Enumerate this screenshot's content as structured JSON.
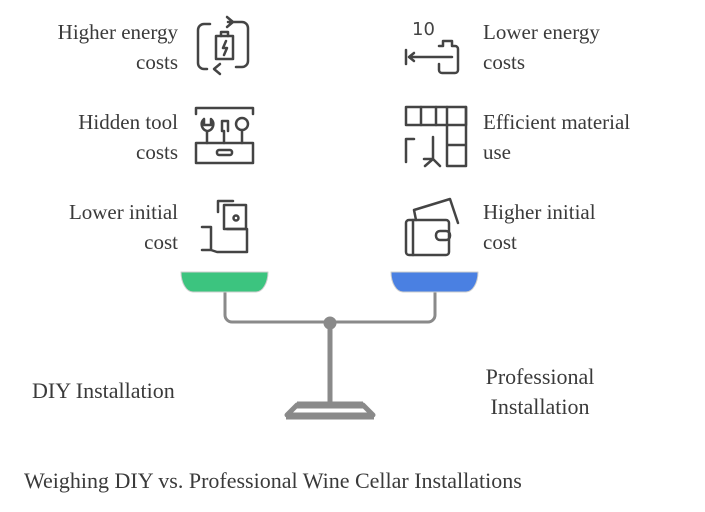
{
  "left": {
    "items": [
      {
        "label_1": "Higher energy",
        "label_2": "costs",
        "icon": "battery-cycle-icon"
      },
      {
        "label_1": "Hidden tool",
        "label_2": "costs",
        "icon": "toolbox-icon"
      },
      {
        "label_1": "Lower initial",
        "label_2": "cost",
        "icon": "hand-money-icon"
      }
    ],
    "title": "DIY Installation",
    "color": "#3cc47f"
  },
  "right": {
    "items": [
      {
        "label_1": "Lower energy",
        "label_2": "costs",
        "icon": "energy-down-icon"
      },
      {
        "label_1": "Efficient material",
        "label_2": "use",
        "icon": "floor-plan-icon"
      },
      {
        "label_1": "Higher initial",
        "label_2": "cost",
        "icon": "wallet-icon"
      }
    ],
    "title_1": "Professional",
    "title_2": "Installation",
    "color": "#4a80e2"
  },
  "caption": "Weighing DIY vs. Professional Wine Cellar Installations",
  "icon_text": "10"
}
